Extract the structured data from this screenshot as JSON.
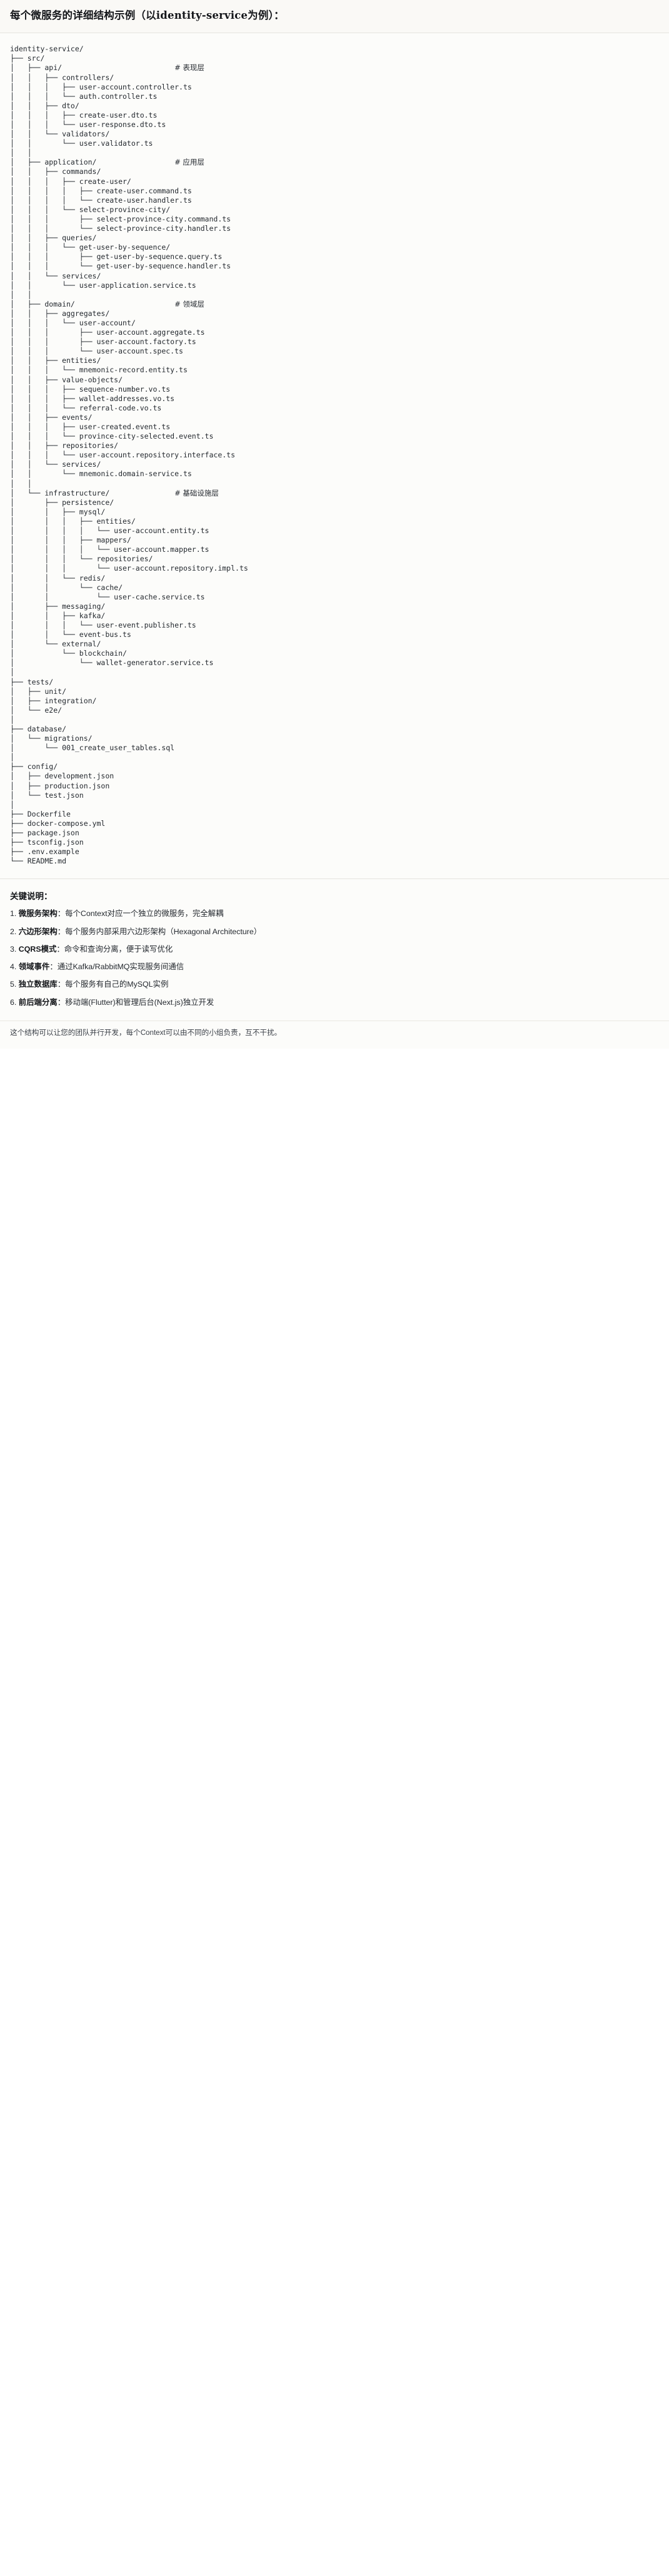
{
  "header": {
    "title": "每个微服务的详细结构示例（以identity-service为例）："
  },
  "tree": {
    "lines": [
      "identity-service/",
      "├── src/",
      "│   ├── api/                          # 表现层",
      "│   │   ├── controllers/",
      "│   │   │   ├── user-account.controller.ts",
      "│   │   │   └── auth.controller.ts",
      "│   │   ├── dto/",
      "│   │   │   ├── create-user.dto.ts",
      "│   │   │   └── user-response.dto.ts",
      "│   │   └── validators/",
      "│   │       └── user.validator.ts",
      "│   │",
      "│   ├── application/                  # 应用层",
      "│   │   ├── commands/",
      "│   │   │   ├── create-user/",
      "│   │   │   │   ├── create-user.command.ts",
      "│   │   │   │   └── create-user.handler.ts",
      "│   │   │   └── select-province-city/",
      "│   │   │       ├── select-province-city.command.ts",
      "│   │   │       └── select-province-city.handler.ts",
      "│   │   ├── queries/",
      "│   │   │   └── get-user-by-sequence/",
      "│   │   │       ├── get-user-by-sequence.query.ts",
      "│   │   │       └── get-user-by-sequence.handler.ts",
      "│   │   └── services/",
      "│   │       └── user-application.service.ts",
      "│   │",
      "│   ├── domain/                       # 领域层",
      "│   │   ├── aggregates/",
      "│   │   │   └── user-account/",
      "│   │   │       ├── user-account.aggregate.ts",
      "│   │   │       ├── user-account.factory.ts",
      "│   │   │       └── user-account.spec.ts",
      "│   │   ├── entities/",
      "│   │   │   └── mnemonic-record.entity.ts",
      "│   │   ├── value-objects/",
      "│   │   │   ├── sequence-number.vo.ts",
      "│   │   │   ├── wallet-addresses.vo.ts",
      "│   │   │   └── referral-code.vo.ts",
      "│   │   ├── events/",
      "│   │   │   ├── user-created.event.ts",
      "│   │   │   └── province-city-selected.event.ts",
      "│   │   ├── repositories/",
      "│   │   │   └── user-account.repository.interface.ts",
      "│   │   └── services/",
      "│   │       └── mnemonic.domain-service.ts",
      "│   │",
      "│   └── infrastructure/               # 基础设施层",
      "│       ├── persistence/",
      "│       │   ├── mysql/",
      "│       │   │   ├── entities/",
      "│       │   │   │   └── user-account.entity.ts",
      "│       │   │   ├── mappers/",
      "│       │   │   │   └── user-account.mapper.ts",
      "│       │   │   └── repositories/",
      "│       │   │       └── user-account.repository.impl.ts",
      "│       │   └── redis/",
      "│       │       └── cache/",
      "│       │           └── user-cache.service.ts",
      "│       ├── messaging/",
      "│       │   ├── kafka/",
      "│       │   │   └── user-event.publisher.ts",
      "│       │   └── event-bus.ts",
      "│       └── external/",
      "│           └── blockchain/",
      "│               └── wallet-generator.service.ts",
      "│",
      "├── tests/",
      "│   ├── unit/",
      "│   ├── integration/",
      "│   └── e2e/",
      "│",
      "├── database/",
      "│   └── migrations/",
      "│       └── 001_create_user_tables.sql",
      "│",
      "├── config/",
      "│   ├── development.json",
      "│   ├── production.json",
      "│   └── test.json",
      "│",
      "├── Dockerfile",
      "├── docker-compose.yml",
      "├── package.json",
      "├── tsconfig.json",
      "├── .env.example",
      "└── README.md"
    ]
  },
  "notes": {
    "title": "关键说明：",
    "items": [
      {
        "index": "1.",
        "term": "微服务架构",
        "desc": "：每个Context对应一个独立的微服务，完全解耦"
      },
      {
        "index": "2.",
        "term": "六边形架构",
        "desc": "：每个服务内部采用六边形架构（Hexagonal Architecture）"
      },
      {
        "index": "3.",
        "term": "CQRS模式",
        "desc": "：命令和查询分离，便于读写优化"
      },
      {
        "index": "4.",
        "term": "领域事件",
        "desc": "：通过Kafka/RabbitMQ实现服务间通信"
      },
      {
        "index": "5.",
        "term": "独立数据库",
        "desc": "：每个服务有自己的MySQL实例"
      },
      {
        "index": "6.",
        "term": "前后端分离",
        "desc": "：移动端(Flutter)和管理后台(Next.js)独立开发"
      }
    ]
  },
  "footer": {
    "text": "这个结构可以让您的团队并行开发，每个Context可以由不同的小组负责，互不干扰。"
  }
}
